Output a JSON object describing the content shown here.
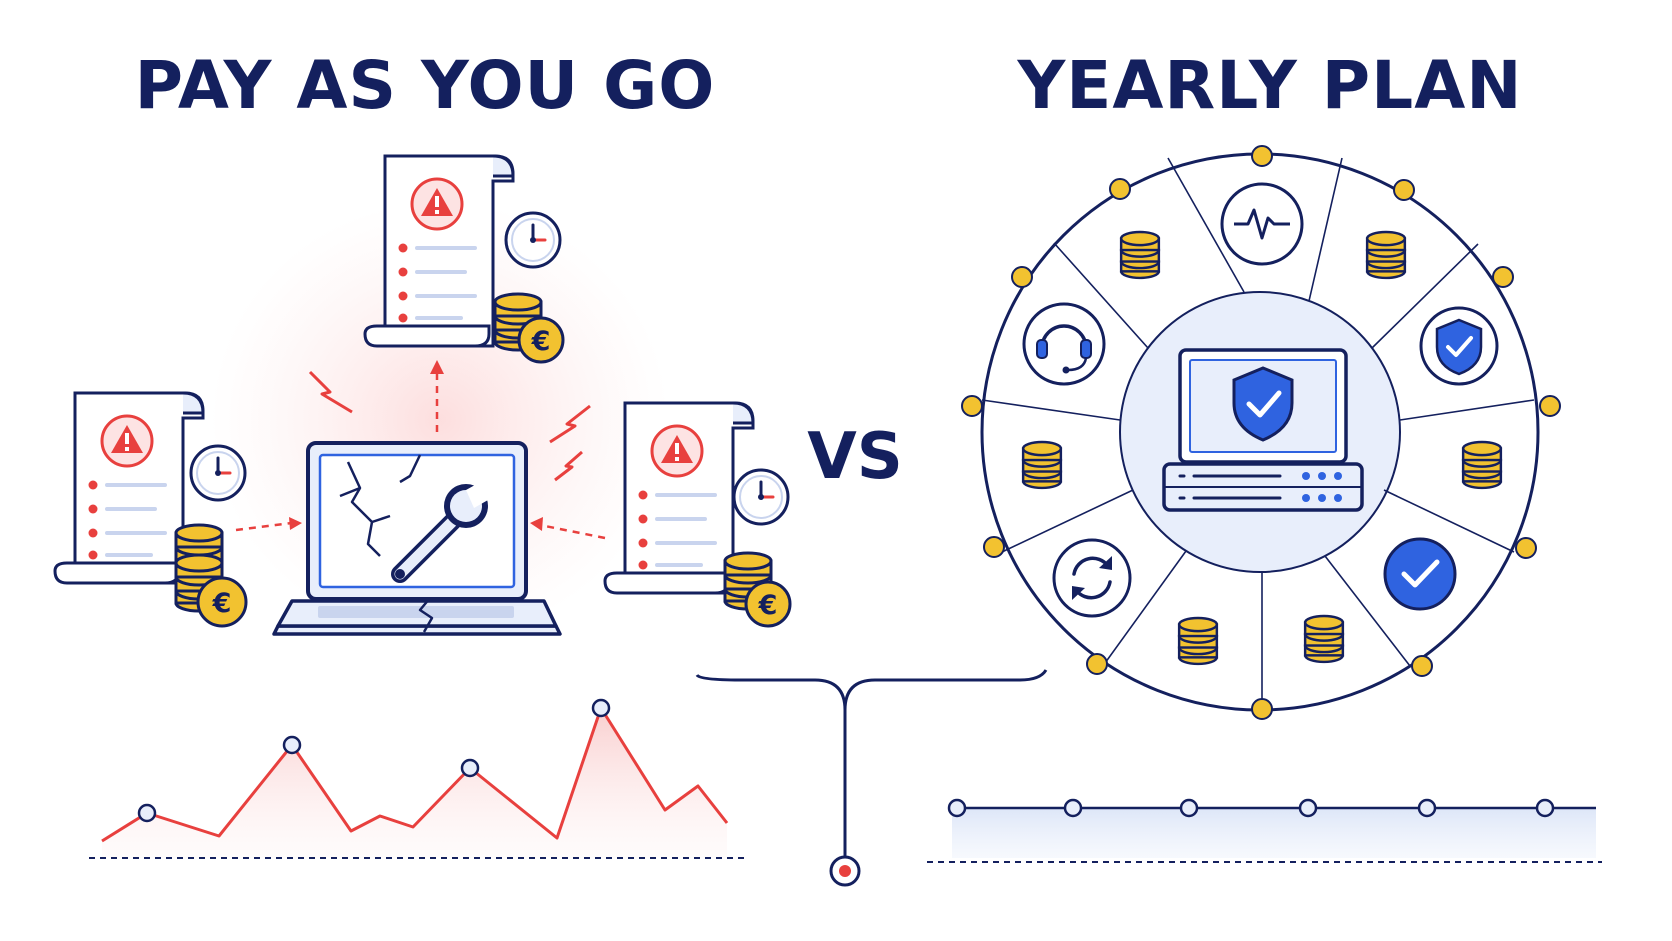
{
  "left": {
    "title": "PAY AS YOU GO"
  },
  "right": {
    "title": "YEARLY PLAN"
  },
  "center": {
    "vs": "VS"
  },
  "currency_symbol": "€",
  "warning_symbol": "!",
  "colors": {
    "navy": "#14205e",
    "alert_red": "#e8403e",
    "coin_gold": "#f2c230",
    "accent_blue": "#2f63e0",
    "light_blue": "#e8eefb",
    "pink_wash": "#fde3e3"
  },
  "icons": {
    "cost_chart": "spiky-red-line-chart",
    "plan_chart": "flat-blue-line-chart",
    "wheel_segments": [
      "heartbeat-icon",
      "coins-icon",
      "shield-check-icon",
      "coins-icon",
      "check-circle-icon",
      "coins-icon",
      "coins-icon",
      "refresh-icon",
      "coins-icon",
      "headset-icon",
      "coins-icon"
    ]
  }
}
